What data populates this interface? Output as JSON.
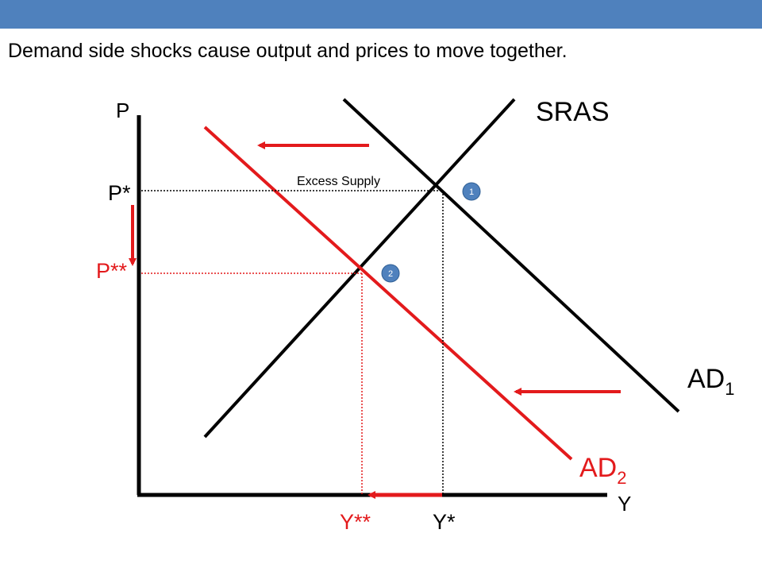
{
  "slide": {
    "headline": "Demand side shocks cause output and prices to move together."
  },
  "diagram": {
    "axis_y_label": "P",
    "axis_x_label": "Y",
    "curve_sras_label": "SRAS",
    "curve_ad1_label": "AD",
    "curve_ad1_sub": "1",
    "curve_ad2_label": "AD",
    "curve_ad2_sub": "2",
    "price_initial_label": "P*",
    "price_new_label": "P**",
    "output_initial_label": "Y*",
    "output_new_label": "Y**",
    "annotation": "Excess Supply",
    "point_1_label": "1",
    "point_2_label": "2"
  },
  "colors": {
    "bar": "#4f81bd",
    "shift": "#e31a1c",
    "marker": "#4f81bd"
  }
}
